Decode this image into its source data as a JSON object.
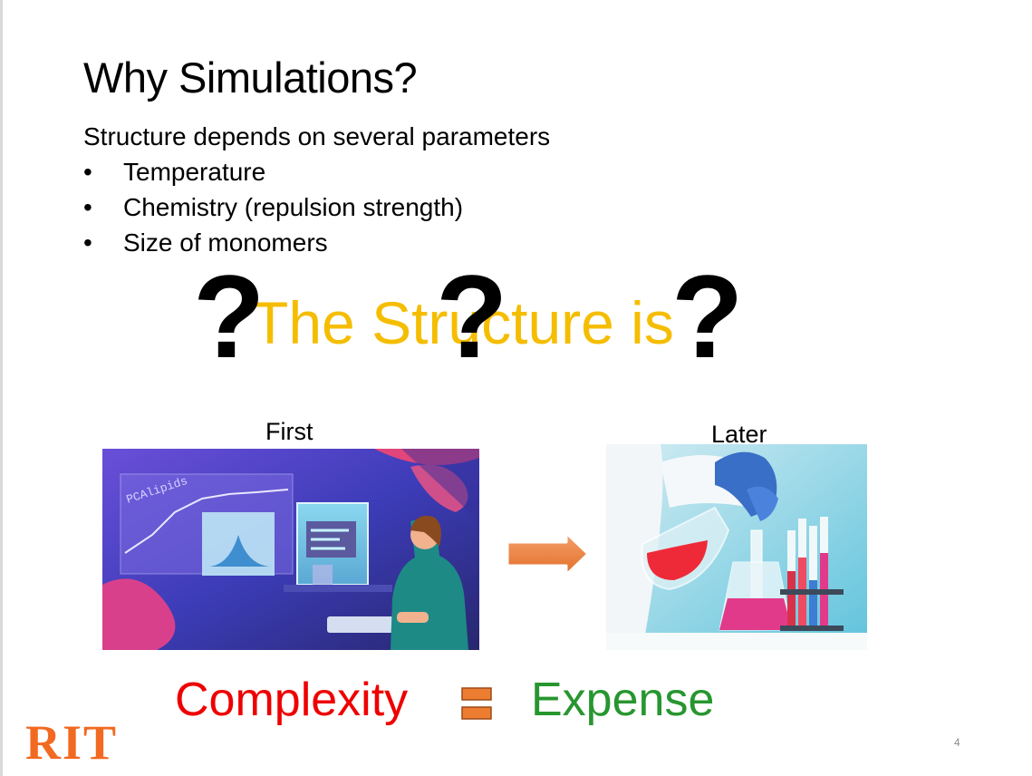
{
  "slide": {
    "title": "Why Simulations?",
    "intro": "Structure depends on several parameters",
    "bullet_marker": "•",
    "bullets": [
      "Temperature",
      "Chemistry (repulsion strength)",
      "Size of monomers"
    ],
    "headline": "The Structure is",
    "question_mark": "?",
    "first_caption": "First",
    "later_caption": "Later",
    "simulation_screen_label": "PCAlipids",
    "complexity_label": "Complexity",
    "expense_label": "Expense",
    "logo_text": "RIT",
    "page_number": "4"
  },
  "colors": {
    "headline": "#f5bd00",
    "complexity": "#ee0000",
    "expense": "#27962f",
    "arrow": "#ed7d31",
    "logo": "#f26a21"
  },
  "icons": [
    "question-mark",
    "right-arrow",
    "equals-sign"
  ]
}
